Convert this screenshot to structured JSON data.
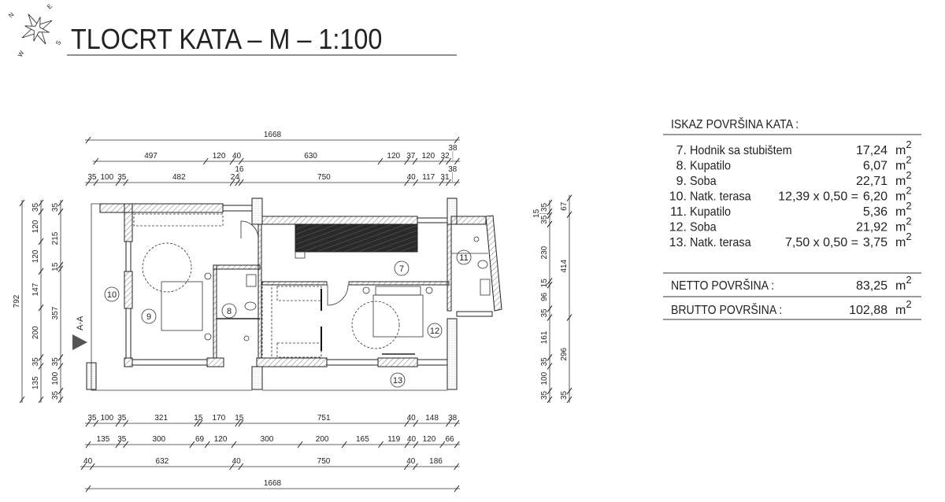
{
  "title": "TLOCRT KATA – M – 1:100",
  "compass": {
    "n": "N",
    "e": "E",
    "s": "S",
    "w": "W"
  },
  "section_marker": "A-A",
  "rooms": [
    {
      "id": "7"
    },
    {
      "id": "8"
    },
    {
      "id": "9"
    },
    {
      "id": "10"
    },
    {
      "id": "11"
    },
    {
      "id": "12"
    },
    {
      "id": "13"
    }
  ],
  "dimensions": {
    "top": [
      [
        1668
      ],
      [
        497,
        120,
        40,
        630,
        120,
        37,
        120,
        32,
        38
      ],
      [
        35,
        100,
        35,
        482,
        24,
        16,
        750,
        40,
        117,
        31,
        38
      ]
    ],
    "bottom": [
      [
        35,
        100,
        35,
        321,
        15,
        170,
        15,
        751,
        40,
        148,
        38
      ],
      [
        135,
        35,
        300,
        69,
        120,
        300,
        200,
        165,
        119,
        40,
        120,
        66
      ],
      [
        40,
        632,
        40,
        750,
        40,
        186
      ],
      [
        1668
      ]
    ],
    "left": [
      [
        792
      ],
      [
        35,
        120,
        120,
        147,
        200,
        35,
        135
      ],
      [
        35,
        215,
        15,
        357,
        35,
        100,
        35
      ]
    ],
    "right": [
      [
        35,
        15,
        35,
        230,
        15,
        96,
        35,
        161,
        35,
        100,
        35
      ],
      [
        67,
        414,
        296,
        35
      ]
    ]
  },
  "area_table": {
    "heading": "ISKAZ POVRŠINA KATA :",
    "unit": "m",
    "unit_sup": "2",
    "rows": [
      {
        "no": "7.",
        "name": "Hodnik sa stubištem",
        "formula": "",
        "value": "17,24"
      },
      {
        "no": "8.",
        "name": "Kupatilo",
        "formula": "",
        "value": "6,07"
      },
      {
        "no": "9.",
        "name": "Soba",
        "formula": "",
        "value": "22,71"
      },
      {
        "no": "10.",
        "name": "Natk. terasa",
        "formula": "12,39 x 0,50 =",
        "value": "6,20"
      },
      {
        "no": "11.",
        "name": "Kupatilo",
        "formula": "",
        "value": "5,36"
      },
      {
        "no": "12.",
        "name": "Soba",
        "formula": "",
        "value": "21,92"
      },
      {
        "no": "13.",
        "name": "Natk. terasa",
        "formula": "7,50 x 0,50 =",
        "value": "3,75"
      }
    ],
    "netto": {
      "label": "NETTO POVRŠINA :",
      "value": "83,25"
    },
    "brutto": {
      "label": "BRUTTO POVRŠINA :",
      "value": "102,88"
    }
  }
}
